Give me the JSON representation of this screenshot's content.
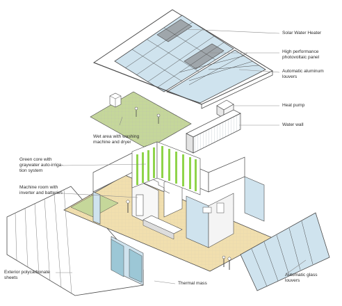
{
  "labels": {
    "solar_water_heater": "Solar Water Heater",
    "pv_panel": "High performance\nphotovoltaic panel",
    "aluminum_louvers": "Automatic aluminum\nlouvers",
    "heat_pump": "Heat pump",
    "water_wall": "Water wall",
    "wet_area": "Wet area with washing\nmachine and dryer",
    "green_core": "Green core with\ngraywater auto-irriga-\ntion system",
    "machine_room": "Machine room with\ninverter and batteries",
    "exterior_sheets": "Exterior polycarbonate\nsheets",
    "thermal_mass": "Thermal mass",
    "glass_louvers": "Automatic glass\nlouvers"
  },
  "colors": {
    "line": "#4a4a4a",
    "leader": "#8a8a8a",
    "glass": "#cfe3ee",
    "glass_dark": "#9fa6ab",
    "floor": "#f1dfae",
    "grass": "#c5d79a",
    "green": "#8fd44a",
    "white": "#ffffff"
  }
}
